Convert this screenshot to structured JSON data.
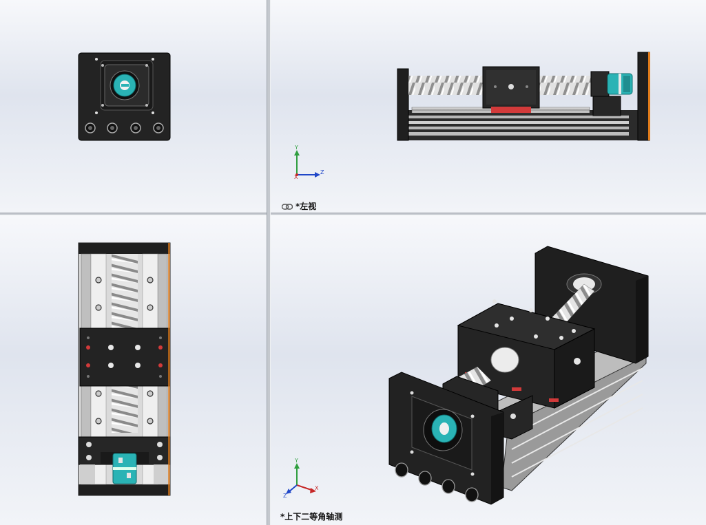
{
  "viewports": {
    "top_right": {
      "label": "*左视",
      "link_icon": "link-icon"
    },
    "bottom_right": {
      "label": "*上下二等角轴测"
    }
  },
  "triad": {
    "left_view": {
      "up": "Y",
      "right": "Z",
      "out": "X"
    },
    "iso_view": {
      "up": "Y",
      "right": "X",
      "out": "Z"
    }
  },
  "colors": {
    "part_black": "#222222",
    "coupling_teal": "#2ab3b5",
    "ball_screw": "#e2e2e2",
    "rail_red": "#d23a3a",
    "axis_y": "#2f9e3f",
    "axis_z": "#2047c8",
    "axis_x": "#c62828"
  }
}
